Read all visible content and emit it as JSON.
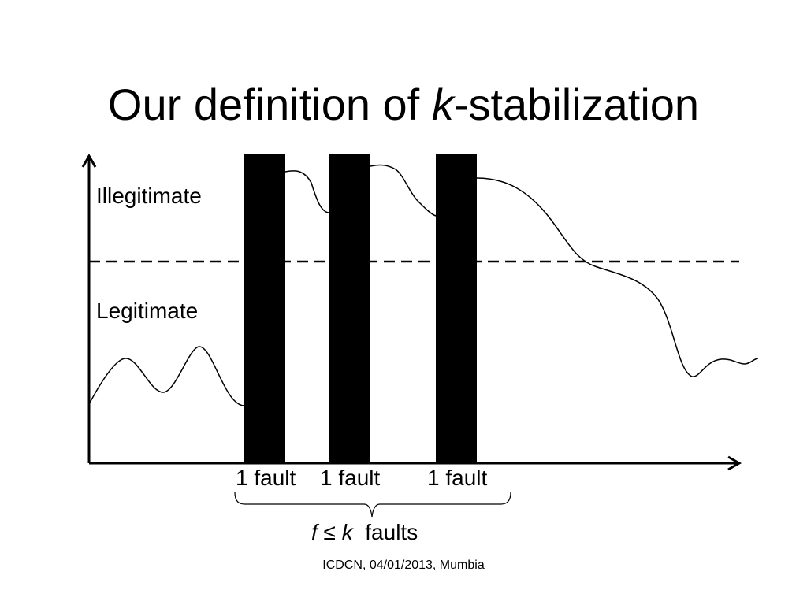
{
  "slide": {
    "title_prefix": "Our definition of ",
    "title_k": "k",
    "title_suffix": "-stabilization",
    "footer": "ICDCN, 04/01/2013, Mumbia"
  },
  "diagram": {
    "region_labels": {
      "upper": "Illegitimate",
      "lower": "Legitimate"
    },
    "fault_labels": [
      "1 fault",
      "1 fault",
      "1 fault"
    ],
    "sum": {
      "f": "f",
      "op": " ≤ ",
      "k": "k",
      "faults": "  faults"
    },
    "colors": {
      "ink": "#000000",
      "background": "#ffffff"
    }
  }
}
